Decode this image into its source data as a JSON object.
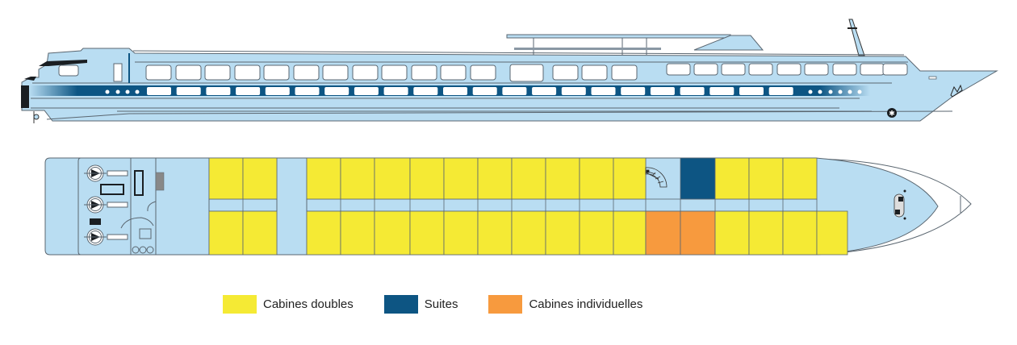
{
  "colors": {
    "hull": "#b9ddf2",
    "outline": "#5a6670",
    "stripe": "#0d5583",
    "double": "#f5ea34",
    "suite": "#0d5583",
    "single": "#f79a3e",
    "window": "#ffffff"
  },
  "deck_plan": {
    "cabins": [
      {
        "type": "double",
        "row": "top",
        "col": 0
      },
      {
        "type": "double",
        "row": "top",
        "col": 1
      },
      {
        "type": "double",
        "row": "bottom",
        "col": 0
      },
      {
        "type": "double",
        "row": "bottom",
        "col": 1
      },
      {
        "type": "double",
        "row": "top",
        "col": 2
      },
      {
        "type": "double",
        "row": "top",
        "col": 3
      },
      {
        "type": "double",
        "row": "top",
        "col": 4
      },
      {
        "type": "double",
        "row": "top",
        "col": 5
      },
      {
        "type": "double",
        "row": "top",
        "col": 6
      },
      {
        "type": "double",
        "row": "top",
        "col": 7
      },
      {
        "type": "double",
        "row": "top",
        "col": 8
      },
      {
        "type": "double",
        "row": "top",
        "col": 9
      },
      {
        "type": "double",
        "row": "top",
        "col": 10
      },
      {
        "type": "double",
        "row": "top",
        "col": 11
      },
      {
        "type": "double",
        "row": "bottom",
        "col": 2
      },
      {
        "type": "double",
        "row": "bottom",
        "col": 3
      },
      {
        "type": "double",
        "row": "bottom",
        "col": 4
      },
      {
        "type": "double",
        "row": "bottom",
        "col": 5
      },
      {
        "type": "double",
        "row": "bottom",
        "col": 6
      },
      {
        "type": "double",
        "row": "bottom",
        "col": 7
      },
      {
        "type": "double",
        "row": "bottom",
        "col": 8
      },
      {
        "type": "double",
        "row": "bottom",
        "col": 9
      },
      {
        "type": "double",
        "row": "bottom",
        "col": 10
      },
      {
        "type": "double",
        "row": "bottom",
        "col": 11
      },
      {
        "type": "suite",
        "row": "top",
        "col": 13
      },
      {
        "type": "single",
        "row": "bottom",
        "col": 12
      },
      {
        "type": "single",
        "row": "bottom",
        "col": 13
      },
      {
        "type": "double",
        "row": "top",
        "col": 14
      },
      {
        "type": "double",
        "row": "top",
        "col": 15
      },
      {
        "type": "double",
        "row": "top",
        "col": 16
      },
      {
        "type": "double",
        "row": "bottom",
        "col": 14
      },
      {
        "type": "double",
        "row": "bottom",
        "col": 15
      },
      {
        "type": "double",
        "row": "bottom",
        "col": 16
      },
      {
        "type": "double",
        "row": "bottom",
        "col": 17
      }
    ]
  },
  "legend": [
    {
      "label": "Cabines doubles",
      "type": "double"
    },
    {
      "label": "Suites",
      "type": "suite"
    },
    {
      "label": "Cabines individuelles",
      "type": "single"
    }
  ]
}
